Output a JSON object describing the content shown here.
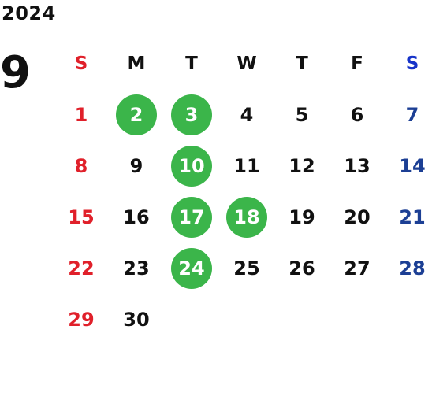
{
  "calendar": {
    "year": "2024",
    "month": "9",
    "weekdays": [
      "S",
      "M",
      "T",
      "W",
      "T",
      "F",
      "S"
    ],
    "weeks": [
      [
        {
          "d": "1"
        },
        {
          "d": "2",
          "hl": true
        },
        {
          "d": "3",
          "hl": true
        },
        {
          "d": "4"
        },
        {
          "d": "5"
        },
        {
          "d": "6"
        },
        {
          "d": "7"
        }
      ],
      [
        {
          "d": "8"
        },
        {
          "d": "9"
        },
        {
          "d": "10",
          "hl": true
        },
        {
          "d": "11"
        },
        {
          "d": "12"
        },
        {
          "d": "13"
        },
        {
          "d": "14"
        }
      ],
      [
        {
          "d": "15"
        },
        {
          "d": "16"
        },
        {
          "d": "17",
          "hl": true
        },
        {
          "d": "18",
          "hl": true
        },
        {
          "d": "19"
        },
        {
          "d": "20"
        },
        {
          "d": "21"
        }
      ],
      [
        {
          "d": "22"
        },
        {
          "d": "23"
        },
        {
          "d": "24",
          "hl": true
        },
        {
          "d": "25"
        },
        {
          "d": "26"
        },
        {
          "d": "27"
        },
        {
          "d": "28"
        }
      ],
      [
        {
          "d": "29"
        },
        {
          "d": "30"
        },
        {
          "d": ""
        },
        {
          "d": ""
        },
        {
          "d": ""
        },
        {
          "d": ""
        },
        {
          "d": ""
        }
      ]
    ]
  },
  "colors": {
    "highlight": "#3bb54a",
    "sunday": "#e0202a",
    "saturday": "#1c3f94",
    "saturday_header": "#1633c9",
    "text": "#111111"
  }
}
